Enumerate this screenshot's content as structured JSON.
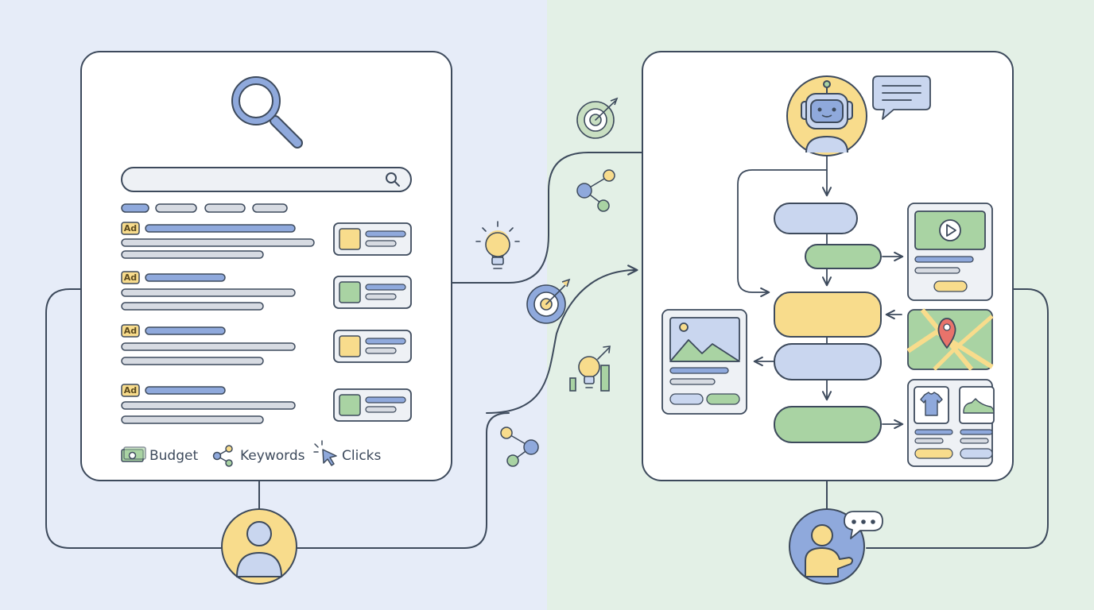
{
  "search_panel": {
    "ad_badge": "Ad",
    "metrics": [
      {
        "label": "Budget",
        "icon": "money-icon"
      },
      {
        "label": "Keywords",
        "icon": "share-nodes-icon"
      },
      {
        "label": "Clicks",
        "icon": "cursor-click-icon"
      }
    ]
  },
  "colors": {
    "background_left": "#e6ecf8",
    "background_right": "#e3f0e6",
    "stroke": "#3d4a5c",
    "blue": "#8fa9dc",
    "light_blue": "#c9d6ef",
    "yellow": "#f8dc8c",
    "green": "#a9d3a3",
    "grey_bar": "#d7dbe2",
    "card_fill": "#eef1f5"
  }
}
